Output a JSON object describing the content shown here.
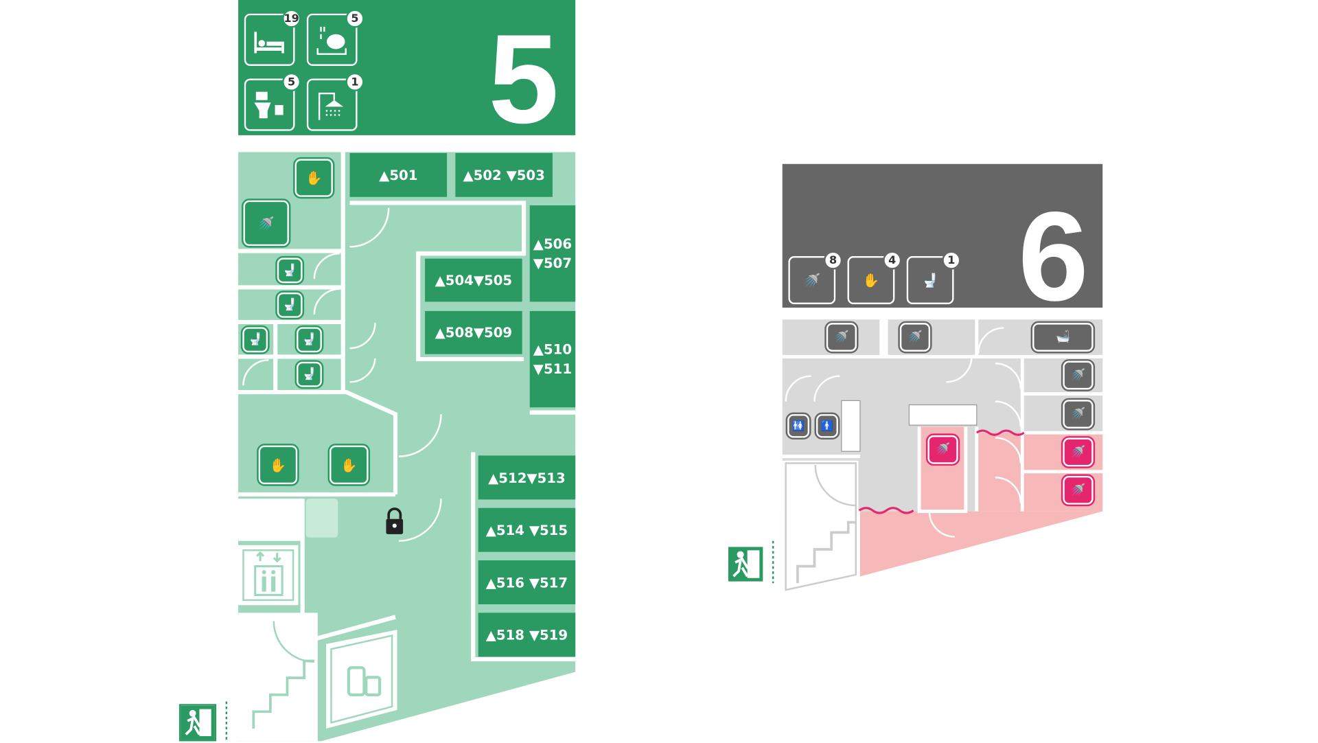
{
  "colors": {
    "green": "#2a9a62",
    "light_green": "#9ed7bb",
    "gray": "#666666",
    "light_gray": "#d9d9d9",
    "pink": "#f6b8b8",
    "magenta": "#e5266e"
  },
  "floor5": {
    "number": "5",
    "summary": [
      {
        "icon": "bed-icon",
        "count": "19"
      },
      {
        "icon": "hand-wash-icon",
        "count": "5"
      },
      {
        "icon": "toilet-icon",
        "count": "5"
      },
      {
        "icon": "shower-icon",
        "count": "1"
      }
    ],
    "rooms": [
      "▲501",
      "▲502 ▼503",
      "▲506\n▼507",
      "▲504▼505",
      "▲508▼509",
      "▲510\n▼511",
      "▲512▼513",
      "▲514 ▼515",
      "▲516 ▼517",
      "▲518 ▼519"
    ]
  },
  "floor6": {
    "number": "6",
    "summary": [
      {
        "icon": "shower-icon",
        "count": "8"
      },
      {
        "icon": "hand-wash-icon",
        "count": "4"
      },
      {
        "icon": "toilet-icon",
        "count": "1"
      }
    ]
  }
}
